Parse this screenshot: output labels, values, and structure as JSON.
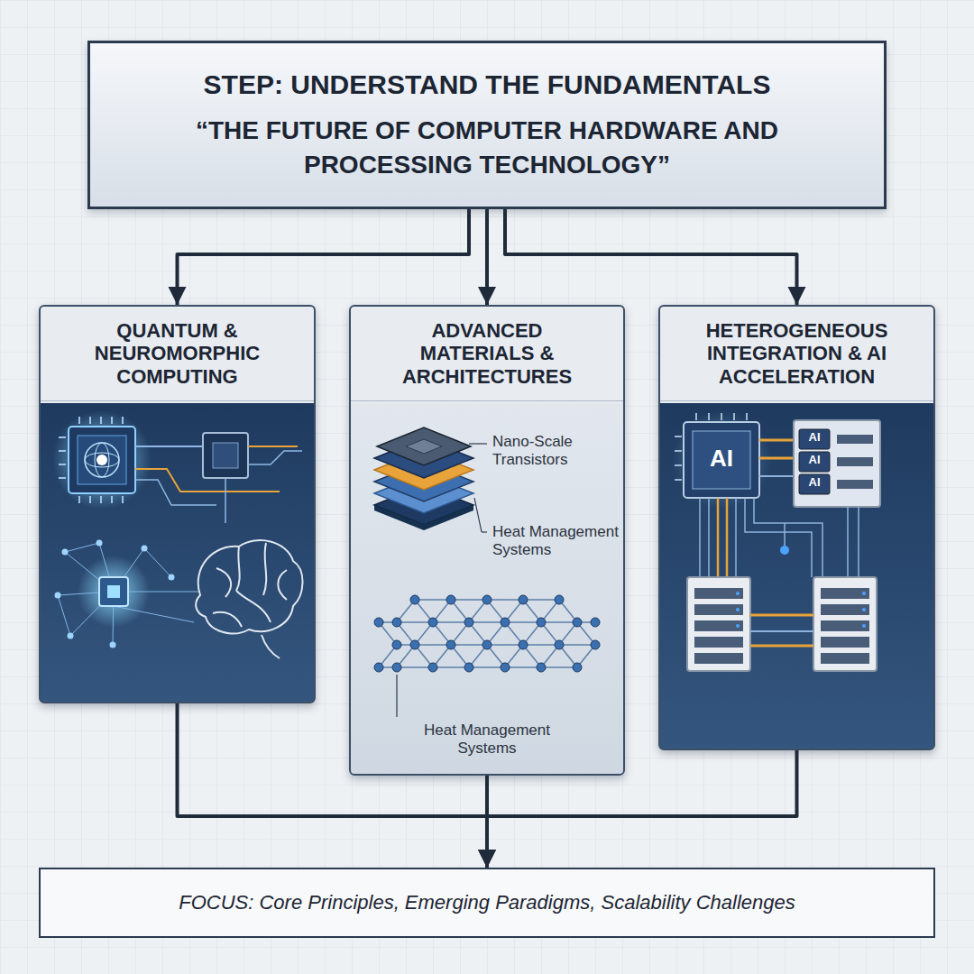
{
  "diagram": {
    "nodes": [
      {
        "text": [
          "STEP: UNDERSTAND THE FUNDAMENTALS",
          "“THE FUTURE OF COMPUTER HARDWARE AND PROCESSING TECHNOLOGY”"
        ]
      },
      {
        "text": [
          "QUANTUM & NEUROMORPHIC COMPUTING"
        ]
      },
      {
        "text": [
          "ADVANCED MATERIALS & ARCHITECTURES"
        ]
      },
      {
        "text": [
          "HETEROGENEOUS INTEGRATION & AI ACCELERATION"
        ]
      },
      {
        "text": [
          "FOCUS: Core Principles, Emerging Paradigms, Scalability Challenges"
        ]
      }
    ],
    "edges": [
      {
        "from": 0,
        "to": 1,
        "arrow": "to"
      },
      {
        "from": 0,
        "to": 2,
        "arrow": "to"
      },
      {
        "from": 0,
        "to": 3,
        "arrow": "to"
      },
      {
        "from": 1,
        "to": 4,
        "arrow": "to"
      },
      {
        "from": 2,
        "to": 4,
        "arrow": "to"
      },
      {
        "from": 3,
        "to": 4,
        "arrow": "to"
      }
    ],
    "labels": [
      "Nano-Scale Transistors",
      "Heat Management Systems",
      "Heat Management Systems",
      "AI",
      "AI",
      "AI",
      "AI"
    ]
  }
}
